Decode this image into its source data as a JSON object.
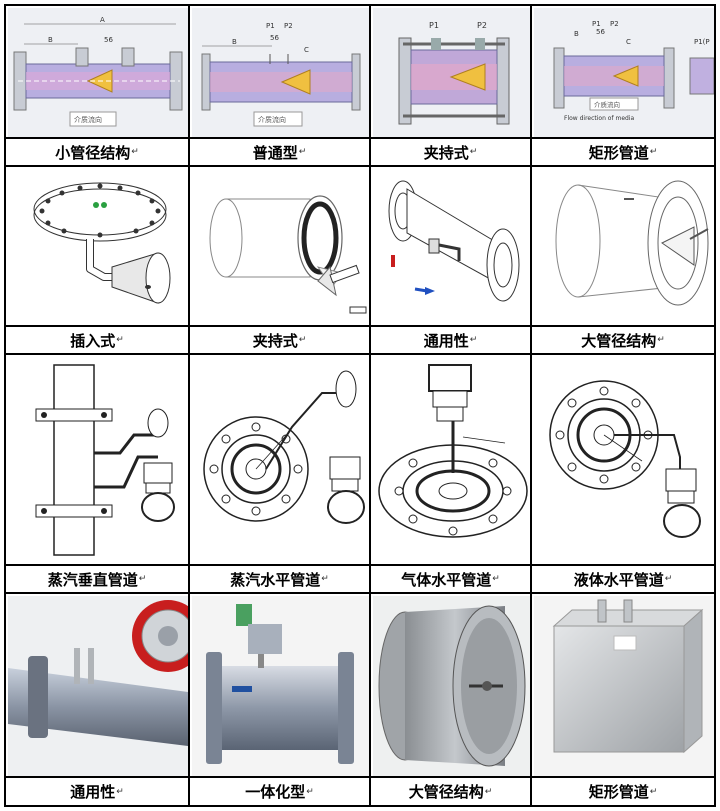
{
  "captions": {
    "r1": [
      "小管径结构",
      "普通型",
      "夹持式",
      "矩形管道"
    ],
    "r2": [
      "插入式",
      "夹持式",
      "通用性",
      "大管径结构"
    ],
    "r3": [
      "蒸汽垂直管道",
      "蒸汽水平管道",
      "气体水平管道",
      "液体水平管道"
    ],
    "r4": [
      "通用性",
      "一体化型",
      "大管径结构",
      "矩形管道"
    ]
  },
  "para_mark": "↵",
  "diagram_labels": {
    "d1": {
      "A": "A",
      "B": "B",
      "dim": "56",
      "flow": "介质流向"
    },
    "d2": {
      "P1": "P1",
      "P2": "P2",
      "B": "B",
      "dim": "56",
      "C": "C",
      "flow": "介质流向"
    },
    "d3": {
      "P1": "P1",
      "P2": "P2"
    },
    "d4": {
      "B": "B",
      "P1": "P1",
      "P2": "P2",
      "dim": "56",
      "C": "C",
      "P1P": "P1(P",
      "flow_cn": "介质流向",
      "flow_en": "Flow direction of media"
    }
  },
  "colors": {
    "pipe": "#a8b4d8",
    "cone": "#f0c040",
    "flange": "#c8ccd4",
    "metal": "#9aa0a8",
    "red": "#c81e1e"
  }
}
